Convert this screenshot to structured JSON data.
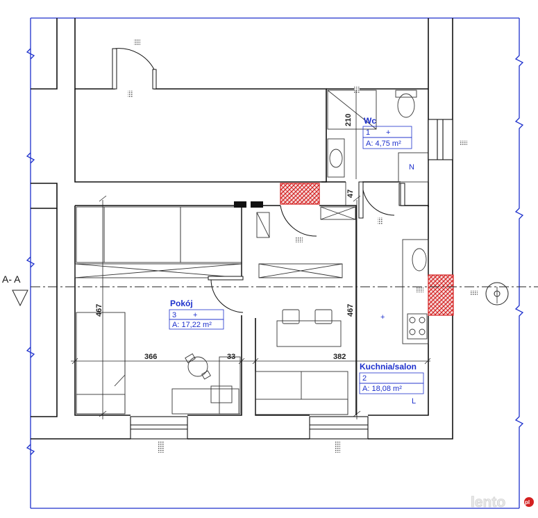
{
  "section": {
    "label": "A- A"
  },
  "dimensions": {
    "wc_height": "210",
    "door_width": "47",
    "pokoj_height": "467",
    "kitchen_height": "467",
    "pokoj_width": "366",
    "wall_gap": "33",
    "kitchen_width": "382"
  },
  "rooms": [
    {
      "name": "Wc",
      "number": "1",
      "area": "A: 4,75 m²"
    },
    {
      "name": "Kuchnia/salon",
      "number": "2",
      "area": "A: 18,08 m²"
    },
    {
      "name": "Pokój",
      "number": "3",
      "area": "A: 17,22 m²"
    }
  ],
  "symbols": {
    "fridge_mark": "N",
    "counter_mark": "L"
  },
  "watermark": {
    "text": "lento",
    "suffix": "pl"
  },
  "colors": {
    "wall": "#ffffff",
    "line": "#111111",
    "room_label": "#1c2fcc",
    "border": "#1c2fcc",
    "chimney": "#d42020"
  }
}
